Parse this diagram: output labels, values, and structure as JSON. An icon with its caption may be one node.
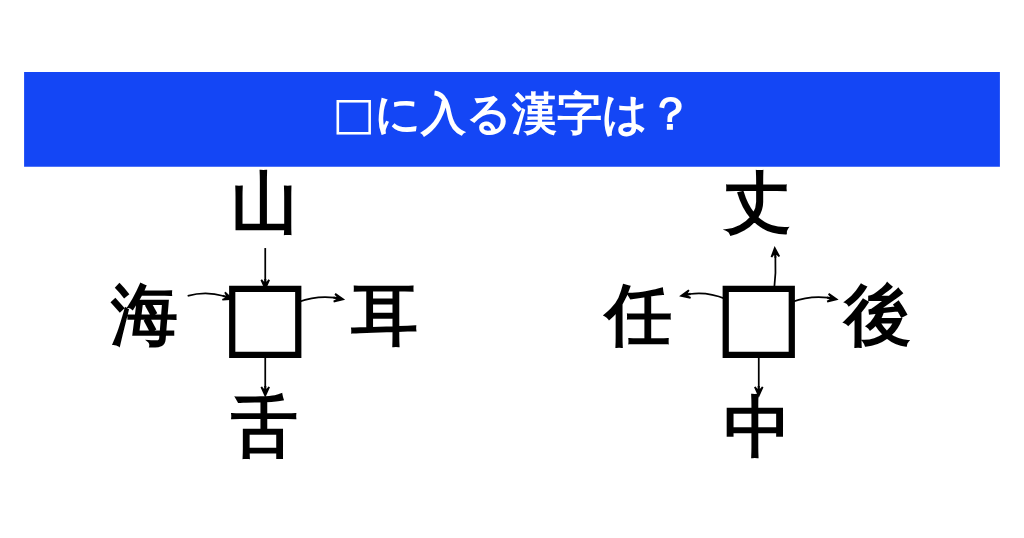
{
  "diagram": {
    "title": "□に入る漢字は？",
    "nodes": [
      {
        "text": [
          "山"
        ]
      },
      {
        "text": [
          "海"
        ]
      },
      {
        "text": [],
        "shape": "box"
      },
      {
        "text": [
          "耳"
        ]
      },
      {
        "text": [
          "舌"
        ]
      },
      {
        "text": [
          "丈"
        ]
      },
      {
        "text": [
          "任"
        ]
      },
      {
        "text": [],
        "shape": "box"
      },
      {
        "text": [
          "後"
        ]
      },
      {
        "text": [
          "中"
        ]
      }
    ],
    "edges": [
      {
        "from": 0,
        "to": 2,
        "arrow": "to"
      },
      {
        "from": 1,
        "to": 2,
        "arrow": "to"
      },
      {
        "from": 2,
        "to": 3,
        "arrow": "to"
      },
      {
        "from": 2,
        "to": 4,
        "arrow": "to"
      },
      {
        "from": 7,
        "to": 5,
        "arrow": "to"
      },
      {
        "from": 7,
        "to": 6,
        "arrow": "to"
      },
      {
        "from": 7,
        "to": 8,
        "arrow": "to"
      },
      {
        "from": 7,
        "to": 9,
        "arrow": "to"
      }
    ]
  }
}
